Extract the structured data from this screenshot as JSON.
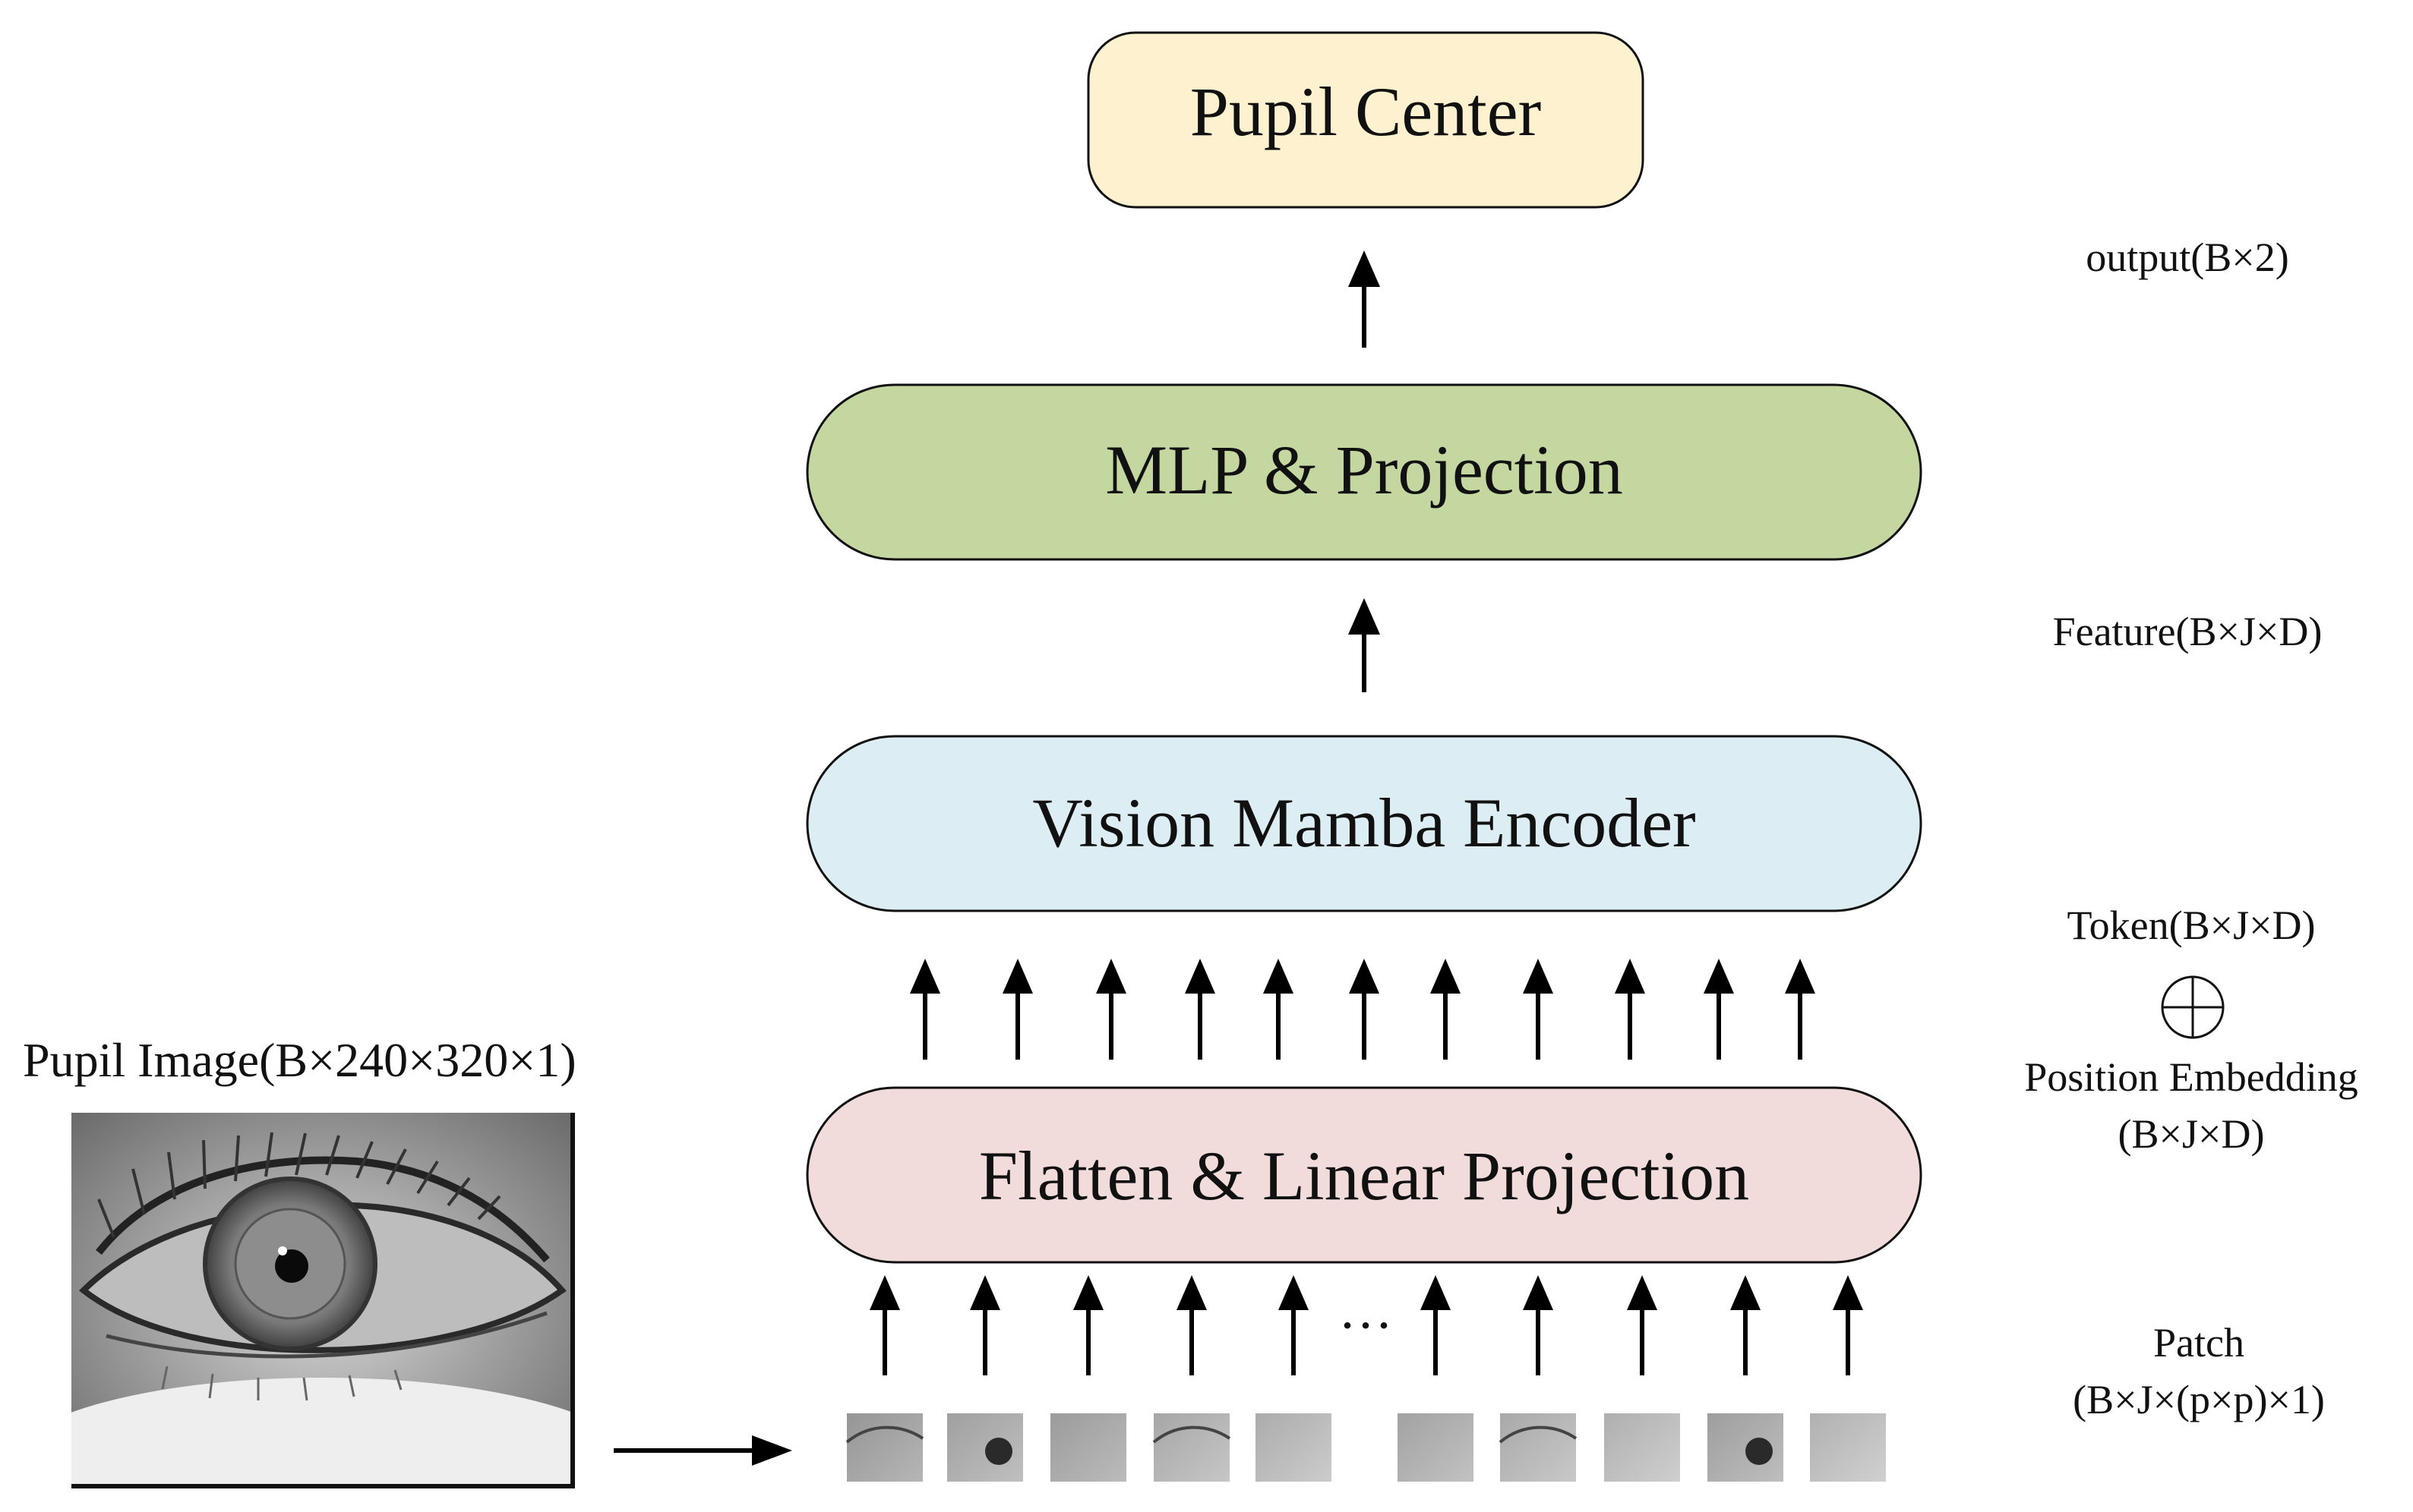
{
  "boxes": {
    "pupil_center": {
      "label": "Pupil Center",
      "color": "#fdf1cf"
    },
    "mlp": {
      "label": "MLP & Projection",
      "color": "#c5d7a0"
    },
    "encoder": {
      "label": "Vision Mamba Encoder",
      "color": "#dcedf3"
    },
    "flatten": {
      "label": "Flatten & Linear Projection",
      "color": "#f2dcdb"
    }
  },
  "annotations": {
    "output": "output(B×2)",
    "feature": "Feature(B×J×D)",
    "token": "Token(B×J×D)",
    "position_embedding": "Position Embedding",
    "position_embedding_dims": "(B×J×D)",
    "patch": "Patch",
    "patch_dims": "(B×J×(p×p)×1)"
  },
  "input": {
    "label": "Pupil Image(B×240×320×1)",
    "image_icon": "grayscale-eye-photo"
  },
  "ellipsis": "···",
  "patch_count": 10,
  "token_arrow_count": 11,
  "colors": {
    "stroke": "#111111",
    "arrow": "#000000"
  }
}
